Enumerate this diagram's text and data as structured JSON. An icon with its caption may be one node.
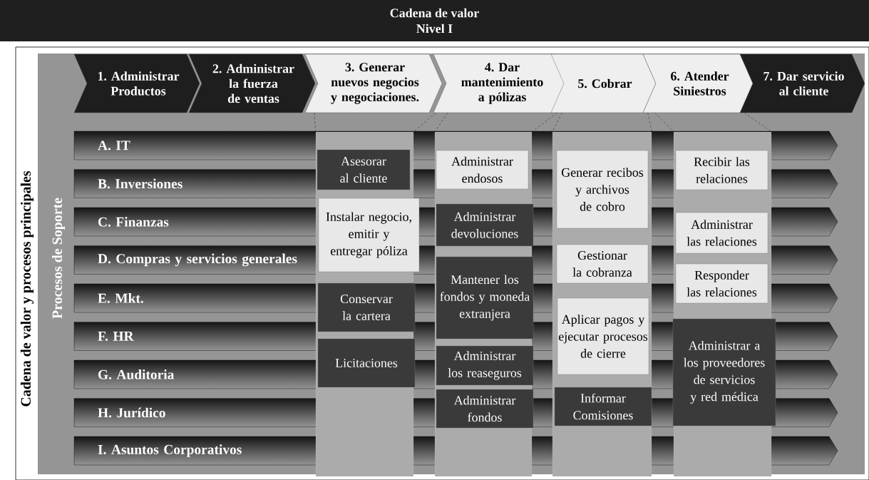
{
  "diagram": {
    "title": "Cadena de valor Nivel I",
    "nodes": [
      {
        "text": [
          "Cadena de valor y procesos principales"
        ]
      },
      {
        "text": [
          "Procesos de Soporte"
        ],
        "in": 0
      },
      {
        "text": [
          "1. Administrar Productos"
        ],
        "in": 1
      },
      {
        "text": [
          "2. Administrar la fuerza de ventas"
        ],
        "in": 1
      },
      {
        "text": [
          "3. Generar nuevos negocios y negociaciones."
        ],
        "in": 1
      },
      {
        "text": [
          "4. Dar mantenimiento a pólizas"
        ],
        "in": 1
      },
      {
        "text": [
          "5. Cobrar"
        ],
        "in": 1
      },
      {
        "text": [
          "6. Atender Siniestros"
        ],
        "in": 1
      },
      {
        "text": [
          "7. Dar servicio al cliente"
        ],
        "in": 1
      },
      {
        "text": [
          "A. IT"
        ],
        "in": 1
      },
      {
        "text": [
          "B. Inversiones"
        ],
        "in": 1
      },
      {
        "text": [
          "C. Finanzas"
        ],
        "in": 1
      },
      {
        "text": [
          "D. Compras y servicios generales"
        ],
        "in": 1
      },
      {
        "text": [
          "E. Mkt."
        ],
        "in": 1
      },
      {
        "text": [
          "F. HR"
        ],
        "in": 1
      },
      {
        "text": [
          "G. Auditoria"
        ],
        "in": 1
      },
      {
        "text": [
          "H. Jurídico"
        ],
        "in": 1
      },
      {
        "text": [
          "I. Asuntos Corporativos"
        ],
        "in": 1
      },
      {
        "text": [],
        "shape": "band",
        "in": 1
      },
      {
        "text": [
          "Asesorar al cliente"
        ],
        "in": 18
      },
      {
        "text": [
          "Instalar negocio, emitir y entregar póliza"
        ],
        "in": 18
      },
      {
        "text": [
          "Conservar la cartera"
        ],
        "in": 18
      },
      {
        "text": [
          "Licitaciones"
        ],
        "in": 18
      },
      {
        "text": [],
        "shape": "band",
        "in": 1
      },
      {
        "text": [
          "Administrar endosos"
        ],
        "in": 23
      },
      {
        "text": [
          "Administrar devoluciones"
        ],
        "in": 23
      },
      {
        "text": [
          "Mantener los fondos y moneda extranjera"
        ],
        "in": 23
      },
      {
        "text": [
          "Administrar los reaseguros"
        ],
        "in": 23
      },
      {
        "text": [
          "Administrar fondos"
        ],
        "in": 23
      },
      {
        "text": [],
        "shape": "band",
        "in": 1
      },
      {
        "text": [
          "Generar recibos y archivos de cobro"
        ],
        "in": 29
      },
      {
        "text": [
          "Gestionar la cobranza"
        ],
        "in": 29
      },
      {
        "text": [
          "Aplicar pagos y ejecutar procesos de cierre"
        ],
        "in": 29
      },
      {
        "text": [
          "Informar Comisiones"
        ],
        "in": 29
      },
      {
        "text": [],
        "shape": "band",
        "in": 1
      },
      {
        "text": [
          "Recibir las relaciones"
        ],
        "in": 34
      },
      {
        "text": [
          "Administrar las relaciones"
        ],
        "in": 34
      },
      {
        "text": [
          "Responder las relaciones"
        ],
        "in": 34
      },
      {
        "text": [
          "Administrar a los proveedores de servicios y red médica"
        ],
        "in": 34
      }
    ],
    "edges": [
      {
        "from": 4,
        "to": 18,
        "arrow": "none",
        "style": "dashed"
      },
      {
        "from": 4,
        "to": 18,
        "arrow": "none",
        "style": "dashed"
      },
      {
        "from": 5,
        "to": 23,
        "arrow": "none",
        "style": "dashed"
      },
      {
        "from": 5,
        "to": 23,
        "arrow": "none",
        "style": "dashed"
      },
      {
        "from": 6,
        "to": 29,
        "arrow": "none",
        "style": "dashed"
      },
      {
        "from": 6,
        "to": 29,
        "arrow": "none",
        "style": "dashed"
      },
      {
        "from": 7,
        "to": 34,
        "arrow": "none",
        "style": "dashed"
      },
      {
        "from": 7,
        "to": 34,
        "arrow": "none",
        "style": "dashed"
      }
    ]
  }
}
